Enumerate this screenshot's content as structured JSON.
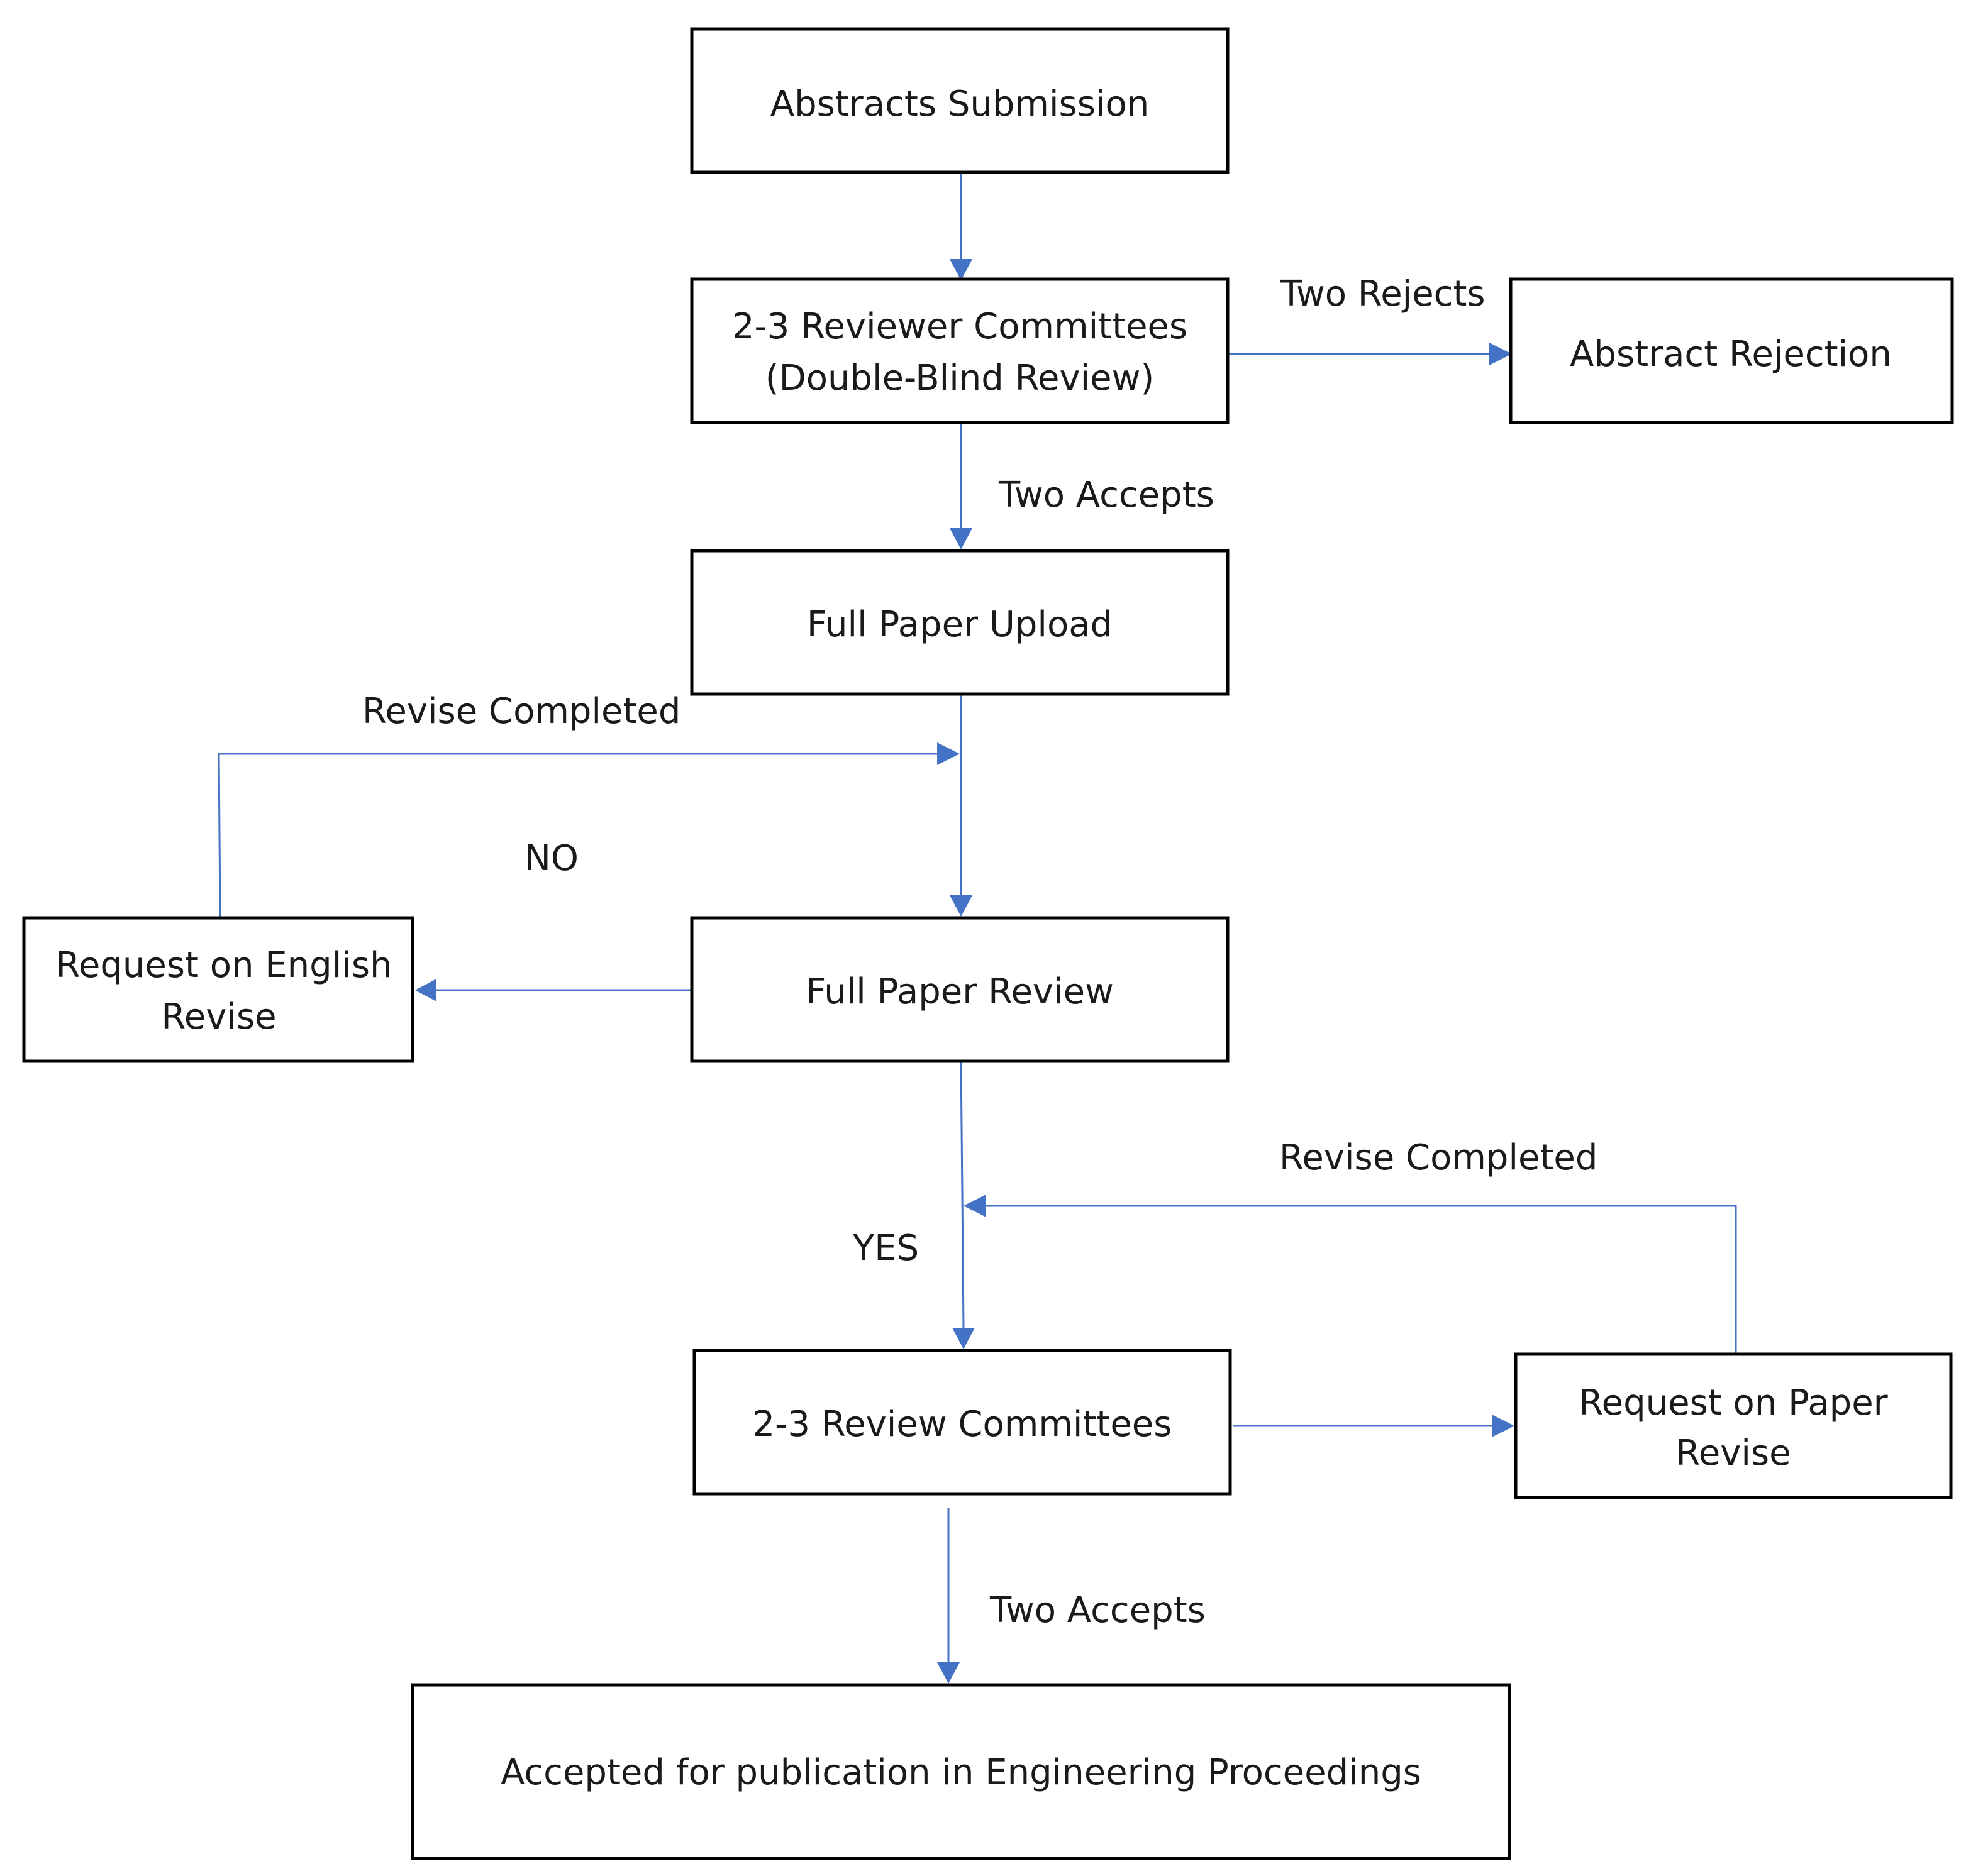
{
  "nodes": {
    "abstracts_submission": {
      "lines": [
        "Abstracts Submission"
      ]
    },
    "reviewer_committees": {
      "lines": [
        "2-3 Reviewer Committees",
        "(Double-Blind Review)"
      ]
    },
    "abstract_rejection": {
      "lines": [
        "Abstract Rejection"
      ]
    },
    "full_paper_upload": {
      "lines": [
        "Full Paper Upload"
      ]
    },
    "request_english_revise": {
      "lines": [
        "Request on English",
        "Revise"
      ]
    },
    "full_paper_review": {
      "lines": [
        "Full Paper Review"
      ]
    },
    "review_committees": {
      "lines": [
        "2-3 Review Committees"
      ]
    },
    "request_paper_revise": {
      "lines": [
        "Request on Paper",
        "Revise"
      ]
    },
    "accepted": {
      "lines": [
        "Accepted for publication in Engineering Proceedings"
      ]
    }
  },
  "edge_labels": {
    "two_rejects": "Two Rejects",
    "two_accepts_1": "Two Accepts",
    "revise_completed_1": "Revise Completed",
    "no": "NO",
    "revise_completed_2": "Revise Completed",
    "yes": "YES",
    "two_accepts_2": "Two Accepts"
  },
  "colors": {
    "connector": "#4472c4",
    "box_border": "#000000",
    "text": "#1a1a1a"
  }
}
